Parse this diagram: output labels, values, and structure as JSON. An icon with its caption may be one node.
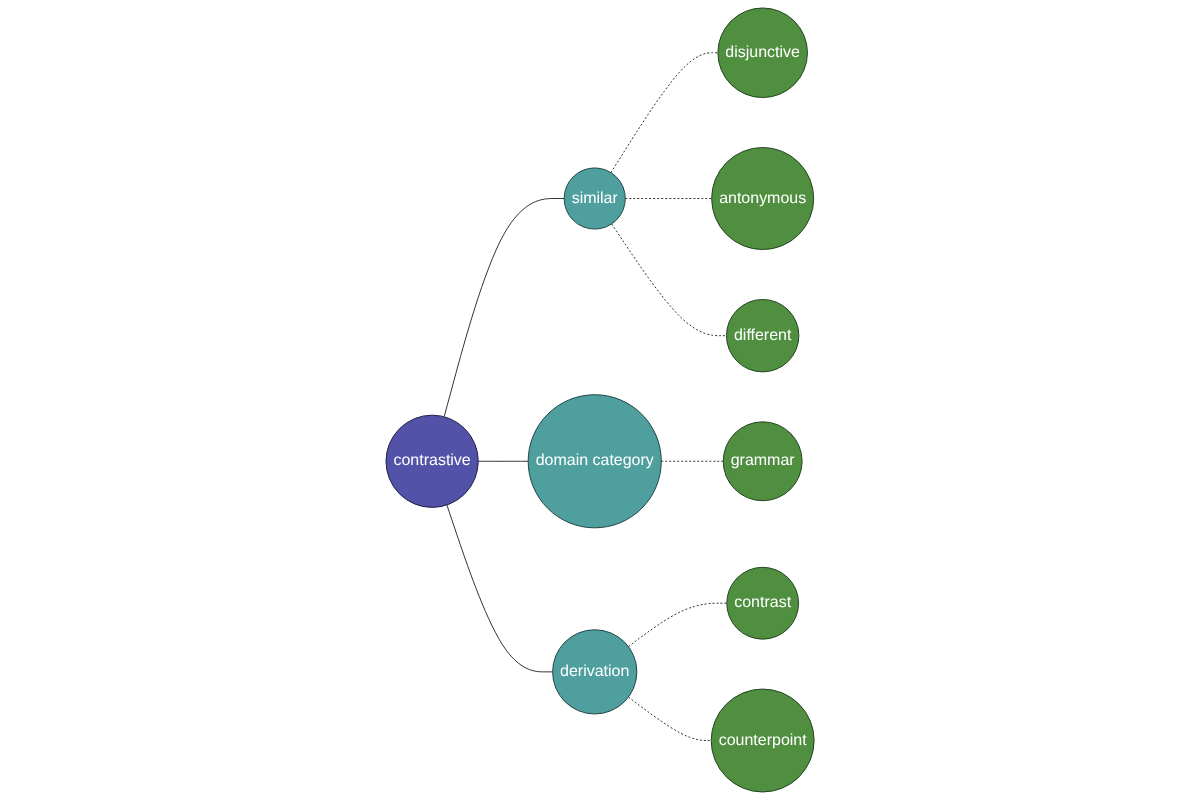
{
  "diagram": {
    "nodes": [
      {
        "text": [
          "disjunctive"
        ]
      },
      {
        "text": [
          "antonymous"
        ]
      },
      {
        "text": [
          "similar"
        ]
      },
      {
        "text": [
          "different"
        ]
      },
      {
        "text": [
          "domain category"
        ]
      },
      {
        "text": [
          "contrastive"
        ]
      },
      {
        "text": [
          "grammar"
        ]
      },
      {
        "text": [
          "derivation"
        ]
      },
      {
        "text": [
          "counterpoint"
        ]
      },
      {
        "text": [
          "contrast"
        ]
      }
    ],
    "edges": [
      {
        "from": 5,
        "to": 2,
        "arrow": "none"
      },
      {
        "from": 5,
        "to": 4,
        "arrow": "none"
      },
      {
        "from": 5,
        "to": 7,
        "arrow": "none"
      },
      {
        "from": 2,
        "to": 0,
        "arrow": "none",
        "style": "dashed"
      },
      {
        "from": 2,
        "to": 1,
        "arrow": "none",
        "style": "dashed"
      },
      {
        "from": 2,
        "to": 3,
        "arrow": "none",
        "style": "dashed"
      },
      {
        "from": 4,
        "to": 6,
        "arrow": "none",
        "style": "dashed"
      },
      {
        "from": 7,
        "to": 9,
        "arrow": "none",
        "style": "dashed"
      },
      {
        "from": 7,
        "to": 8,
        "arrow": "none",
        "style": "dashed"
      }
    ]
  }
}
